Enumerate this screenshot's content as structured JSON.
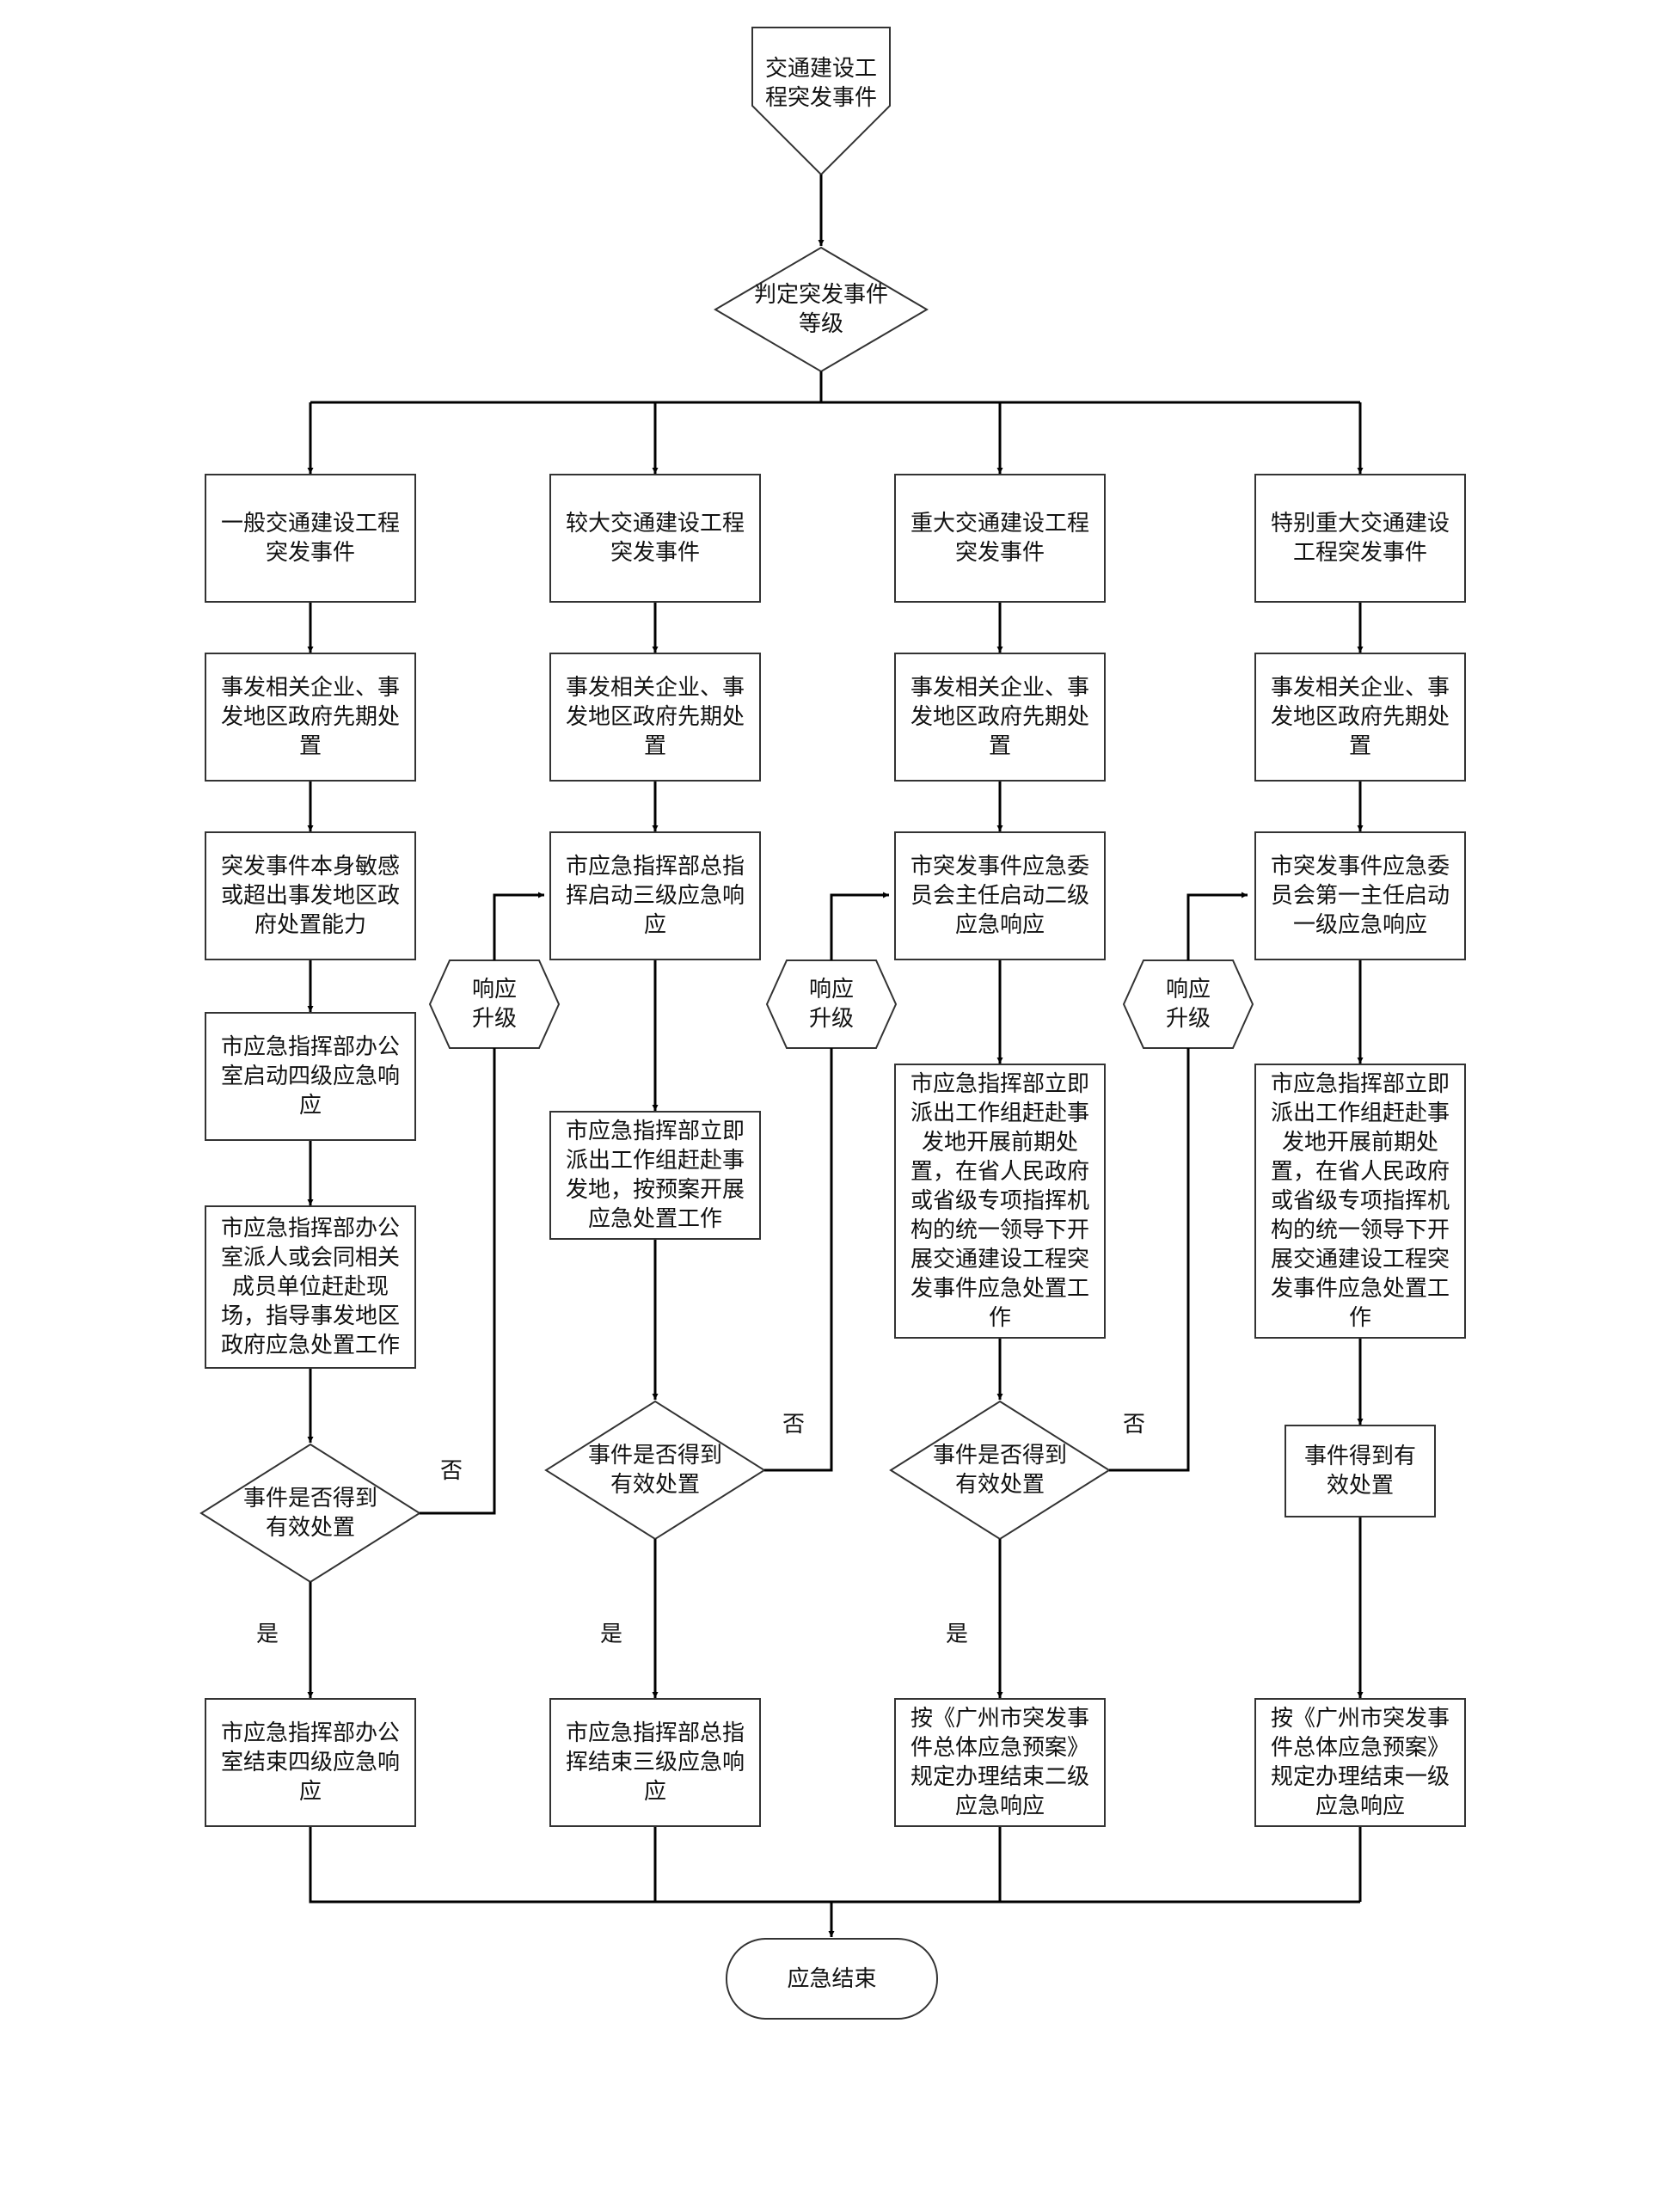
{
  "diagram": {
    "start": "交通建设工\n程突发事件",
    "judge": "判定突发事件\n等级",
    "end": "应急结束",
    "yes_label": "是",
    "no_label": "否",
    "upgrade_label": "响应\n升级",
    "columns": [
      {
        "level": "一般交通建设工程\n突发事件",
        "first_response": "事发相关企业、事\n发地区政府先期处\n置",
        "condition": "突发事件本身敏感\n或超出事发地区政\n府处置能力",
        "start_response": "市应急指挥部办公\n室启动四级应急响\n应",
        "action": "市应急指挥部办公\n室派人或会同相关\n成员单位赶赴现\n场，指导事发地区\n政府应急处置工作",
        "check": "事件是否得到\n有效处置",
        "finish": "市应急指挥部办公\n室结束四级应急响\n应"
      },
      {
        "level": "较大交通建设工程\n突发事件",
        "first_response": "事发相关企业、事\n发地区政府先期处\n置",
        "start_response": "市应急指挥部总指\n挥启动三级应急响\n应",
        "action": "市应急指挥部立即\n派出工作组赶赴事\n发地，按预案开展\n应急处置工作",
        "check": "事件是否得到\n有效处置",
        "finish": "市应急指挥部总指\n挥结束三级应急响\n应"
      },
      {
        "level": "重大交通建设工程\n突发事件",
        "first_response": "事发相关企业、事\n发地区政府先期处\n置",
        "start_response": "市突发事件应急委\n员会主任启动二级\n应急响应",
        "action": "市应急指挥部立即\n派出工作组赶赴事\n发地开展前期处\n置，在省人民政府\n或省级专项指挥机\n构的统一领导下开\n展交通建设工程突\n发事件应急处置工\n作",
        "check": "事件是否得到\n有效处置",
        "finish": "按《广州市突发事\n件总体应急预案》\n规定办理结束二级\n应急响应"
      },
      {
        "level": "特别重大交通建设\n工程突发事件",
        "first_response": "事发相关企业、事\n发地区政府先期处\n置",
        "start_response": "市突发事件应急委\n员会第一主任启动\n一级应急响应",
        "action": "市应急指挥部立即\n派出工作组赶赴事\n发地开展前期处\n置，在省人民政府\n或省级专项指挥机\n构的统一领导下开\n展交通建设工程突\n发事件应急处置工\n作",
        "check": "事件得到有\n效处置",
        "finish": "按《广州市突发事\n件总体应急预案》\n规定办理结束一级\n应急响应"
      }
    ]
  }
}
